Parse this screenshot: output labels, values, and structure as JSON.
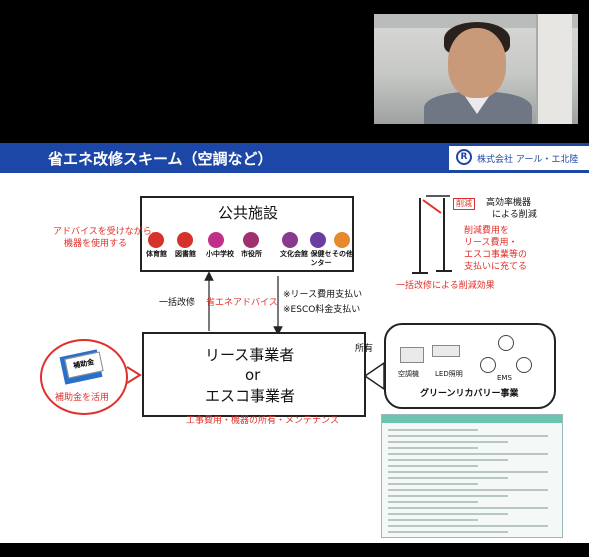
{
  "slide": {
    "title": "省エネ改修スキーム（空調など）",
    "logo": {
      "mark": "R",
      "company": "株式会社 アール・エ北陸"
    },
    "public_facilities": {
      "title": "公共施設",
      "icons": [
        {
          "name": "gym-icon",
          "label": "体育館",
          "color": "#d6322c"
        },
        {
          "name": "library-icon",
          "label": "図書館",
          "color": "#d6322c"
        },
        {
          "name": "school-icon",
          "label": "小中学校",
          "color": "#c0308a"
        },
        {
          "name": "city-hall-icon",
          "label": "市役所",
          "color": "#a0306e"
        },
        {
          "name": "culture-hall-icon",
          "label": "文化会館",
          "color": "#8a3a8c"
        },
        {
          "name": "health-center-icon",
          "label": "保健センター",
          "color": "#6a3ea0"
        },
        {
          "name": "other-icon",
          "label": "その他",
          "color": "#e8892e"
        }
      ]
    },
    "advice_note": {
      "line1": "アドバイスを受けながら、",
      "line2": "機器を使用する"
    },
    "bulk_renovation": "一括改修",
    "energy_advice": "省エネアドバイス",
    "payments": {
      "lease": "※リース費用支払い",
      "esco": "※ESCO料金支払い"
    },
    "lease_box": {
      "line1": "リース事業者",
      "or": "or",
      "line2": "エスコ事業者"
    },
    "owned": "所有",
    "subsidy": {
      "badge": "補助金",
      "caption": "補助金を活用"
    },
    "construction_note": "工事費用・機器の所有・メンテナンス",
    "green_recovery": {
      "title": "グリーンリカバリー事業",
      "items": [
        {
          "label": "空調機"
        },
        {
          "label": "LED照明"
        },
        {
          "label": "EMS"
        }
      ]
    },
    "reduction": {
      "tag": "削減",
      "efficiency_line1": "高効率機器",
      "efficiency_line2": "による削減",
      "cost_lines": [
        "削減費用を",
        "リース費用・",
        "エスコ事業等の",
        "支払いに充てる"
      ],
      "effect": "一括改修による削減効果"
    }
  },
  "colors": {
    "header_blue": "#1d47a6",
    "accent_red": "#e0302a",
    "text": "#111111",
    "background": "#000000"
  }
}
